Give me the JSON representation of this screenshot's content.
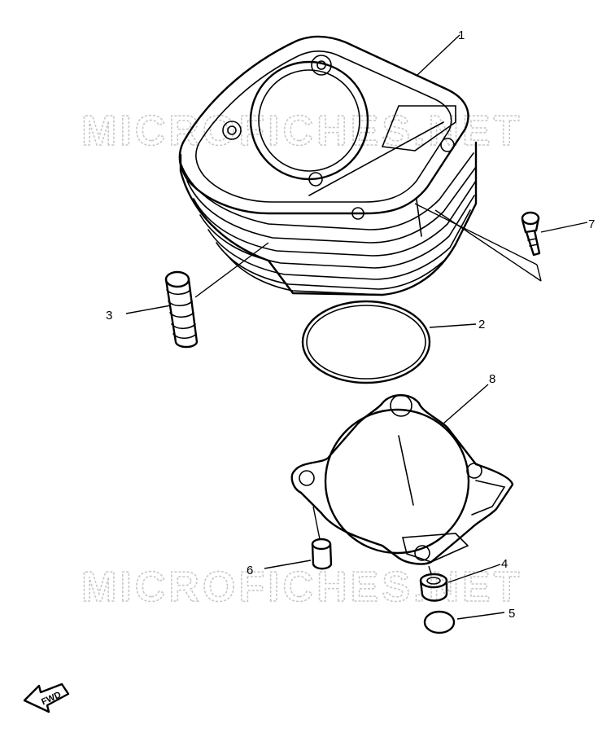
{
  "watermarks": [
    "MICROFICHES.NET",
    "MICROFICHES.NET"
  ],
  "callouts": [
    {
      "id": "1",
      "label": "1",
      "part": "cylinder"
    },
    {
      "id": "2",
      "label": "2",
      "part": "o-ring"
    },
    {
      "id": "3",
      "label": "3",
      "part": "stud-bolt"
    },
    {
      "id": "4",
      "label": "4",
      "part": "dowel-pin"
    },
    {
      "id": "5",
      "label": "5",
      "part": "small-o-ring"
    },
    {
      "id": "6",
      "label": "6",
      "part": "dowel-pin"
    },
    {
      "id": "7",
      "label": "7",
      "part": "bolt"
    },
    {
      "id": "8",
      "label": "8",
      "part": "cylinder-gasket"
    }
  ],
  "direction_badge": {
    "label": "FWD",
    "icon": "forward-arrow-icon"
  }
}
